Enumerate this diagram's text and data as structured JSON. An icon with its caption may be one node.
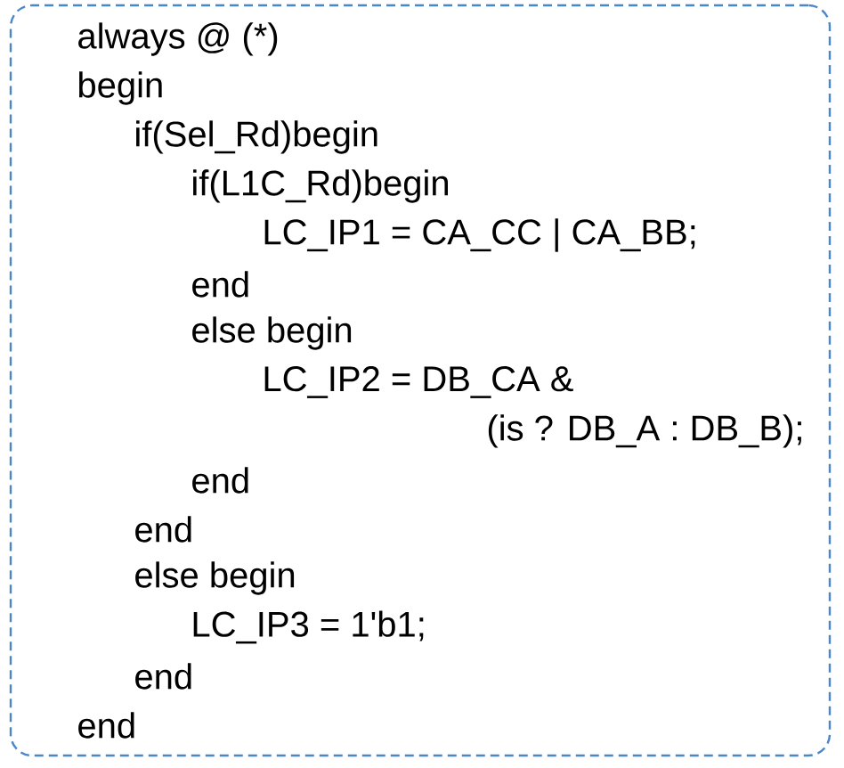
{
  "diagram": {
    "nodes": [
      {
        "text": [
          "always @ (*)",
          "begin",
          "if(Sel_Rd)begin",
          "if(L1C_Rd)begin",
          "LC_IP1 = CA_CC | CA_BB;",
          "end",
          "else begin",
          "LC_IP2 = DB_CA &",
          "(is ? DB_A : DB_B);",
          "end",
          "end",
          "else begin",
          "LC_IP3 = 1'b1;",
          "end",
          "end"
        ]
      }
    ]
  }
}
